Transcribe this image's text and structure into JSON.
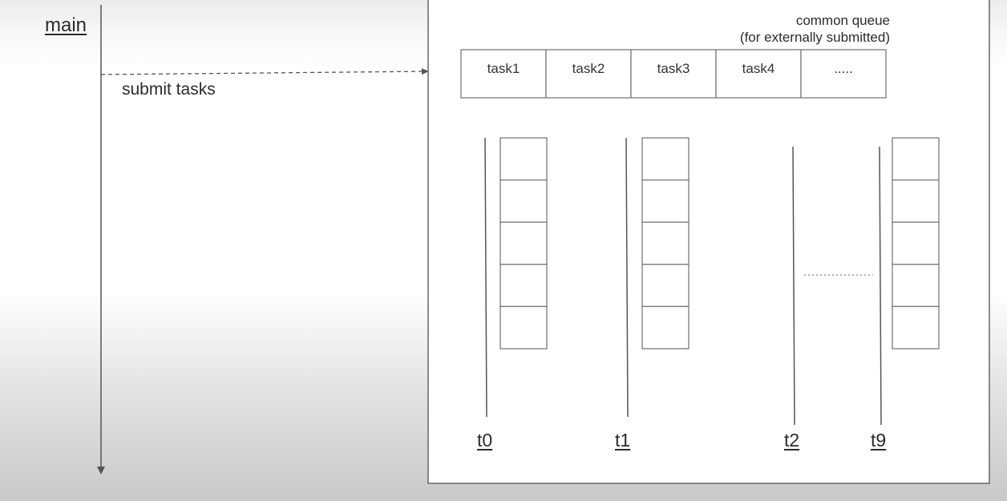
{
  "main": {
    "label": "main"
  },
  "submit": {
    "label": "submit tasks"
  },
  "common_queue": {
    "title_line1": "common queue",
    "title_line2": "(for externally submitted)",
    "cells": [
      "task1",
      "task2",
      "task3",
      "task4",
      "....."
    ]
  },
  "threads": [
    {
      "label": "t0",
      "deque_slots": 5
    },
    {
      "label": "t1",
      "deque_slots": 5
    },
    {
      "label": "t2",
      "deque_slots": 0
    },
    {
      "label": "t9",
      "deque_slots": 5
    }
  ],
  "colors": {
    "line": "#555555",
    "box": "#7a7a7a",
    "dotted": "#9a9a9a"
  }
}
